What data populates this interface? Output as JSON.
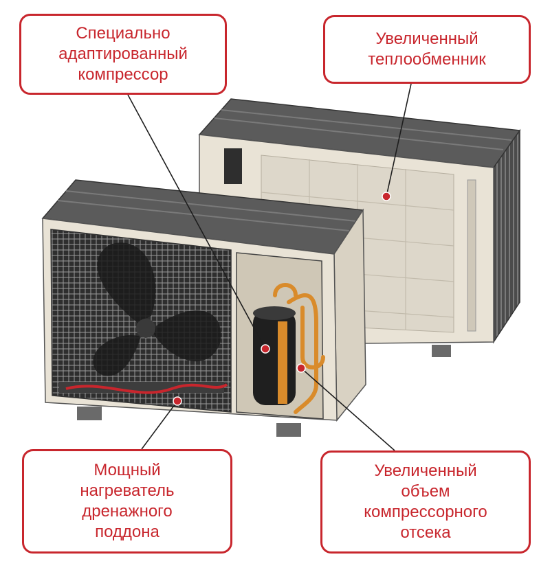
{
  "callouts": {
    "compressor": "Специально\nадаптированный\nкомпрессор",
    "heat_exchanger": "Увеличенный\nтеплообменник",
    "heater": "Мощный\nнагреватель\nдренажного\nподдона",
    "compartment": "Увеличенный\nобъем\nкомпрессорного\nотсека"
  },
  "colors": {
    "accent": "#c8262d",
    "casing": "#e9e3d6",
    "top": "#5b5b5b",
    "copper": "#d98b2b",
    "compressor": "#1f1f1f"
  }
}
